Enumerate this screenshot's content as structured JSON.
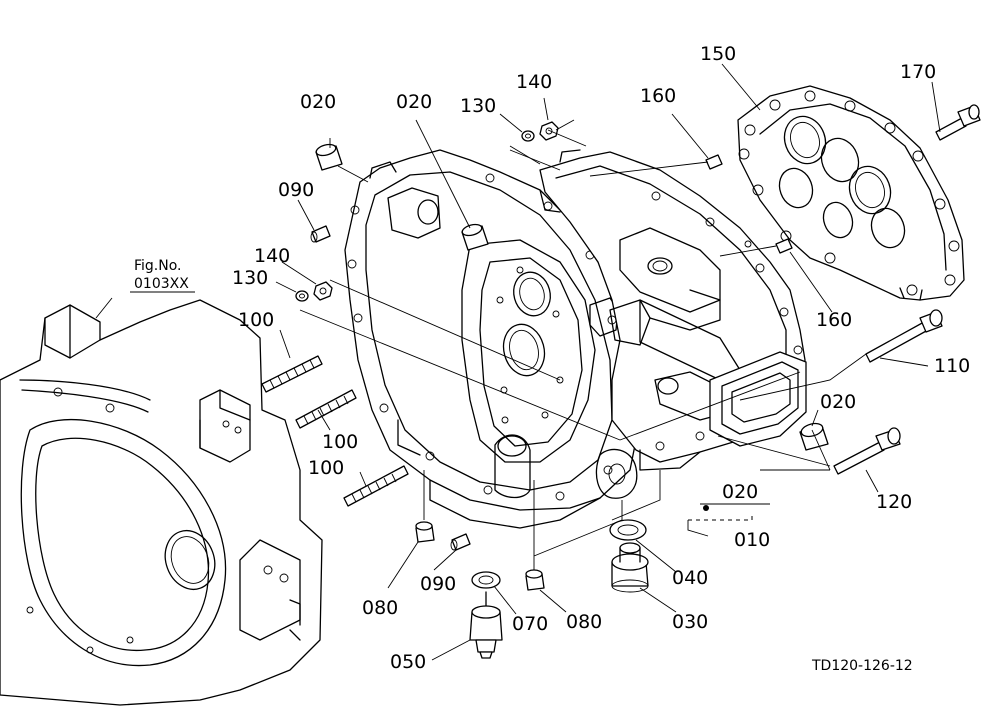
{
  "fig_ref": {
    "line1": "Fig.No.",
    "line2": "0103XX"
  },
  "drawing_code": "TD120-126-12",
  "callouts": {
    "c020_a": "020",
    "c020_b": "020",
    "c020_c": "020",
    "c020_d": "020",
    "c010": "010",
    "c030": "030",
    "c040": "040",
    "c050": "050",
    "c070": "070",
    "c080_a": "080",
    "c080_b": "080",
    "c090_a": "090",
    "c090_b": "090",
    "c100_a": "100",
    "c100_b": "100",
    "c100_c": "100",
    "c110": "110",
    "c120": "120",
    "c130_a": "130",
    "c130_b": "130",
    "c140_a": "140",
    "c140_b": "140",
    "c150": "150",
    "c160_a": "160",
    "c160_b": "160",
    "c170": "170"
  }
}
